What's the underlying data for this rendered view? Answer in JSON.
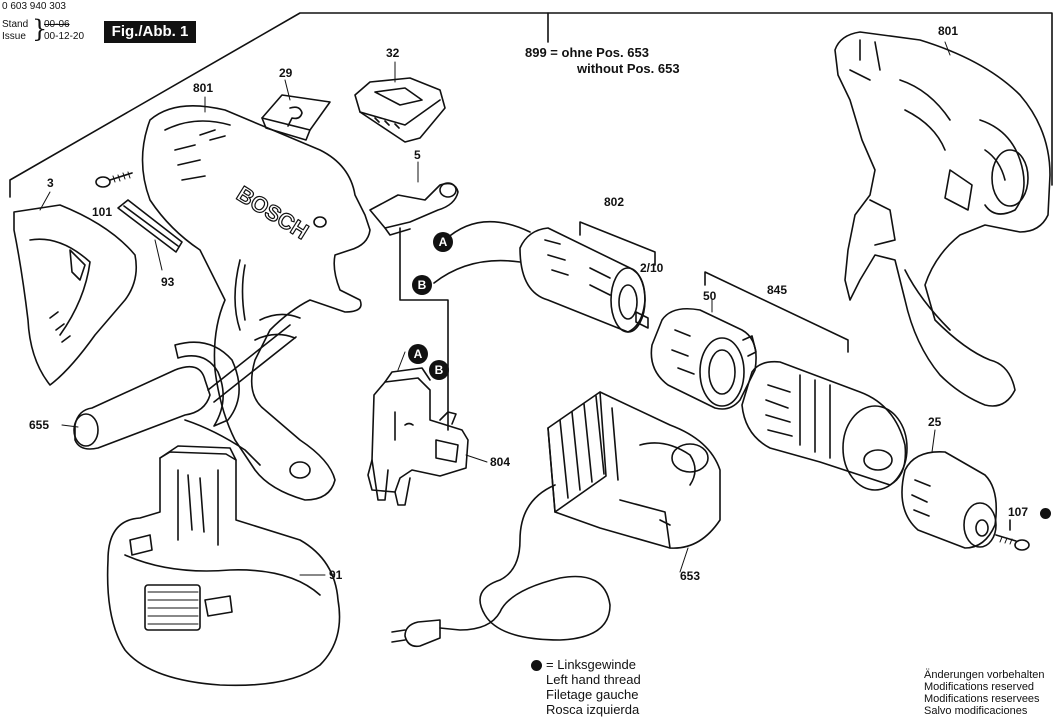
{
  "header": {
    "code": "0 603 940 303",
    "stand_label": "Stand",
    "stand_value": "00-06",
    "issue_label": "Issue",
    "issue_value": "00-12-20",
    "figure": "Fig./Abb. 1"
  },
  "note_899": [
    "899 = ohne Pos. 653",
    "without Pos. 653"
  ],
  "labels": {
    "801a": "801",
    "801b": "801",
    "29": "29",
    "32": "32",
    "5": "5",
    "3": "3",
    "101": "101",
    "93": "93",
    "655": "655",
    "802": "802",
    "2_10": "2/10",
    "50": "50",
    "845": "845",
    "804": "804",
    "91": "91",
    "653": "653",
    "25": "25",
    "107": "107"
  },
  "markers": {
    "a1": "A",
    "b1": "B",
    "a2": "A",
    "b2": "B"
  },
  "legend": {
    "symbol": "● =",
    "lines": [
      "= Linksgewinde",
      "Left hand thread",
      "Filetage gauche",
      "Rosca izquierda"
    ]
  },
  "modifications": [
    "Änderungen vorbehalten",
    "Modifications reserved",
    "Modifications reservees",
    "Salvo modificaciones"
  ],
  "housing_brand": "BOSCH"
}
